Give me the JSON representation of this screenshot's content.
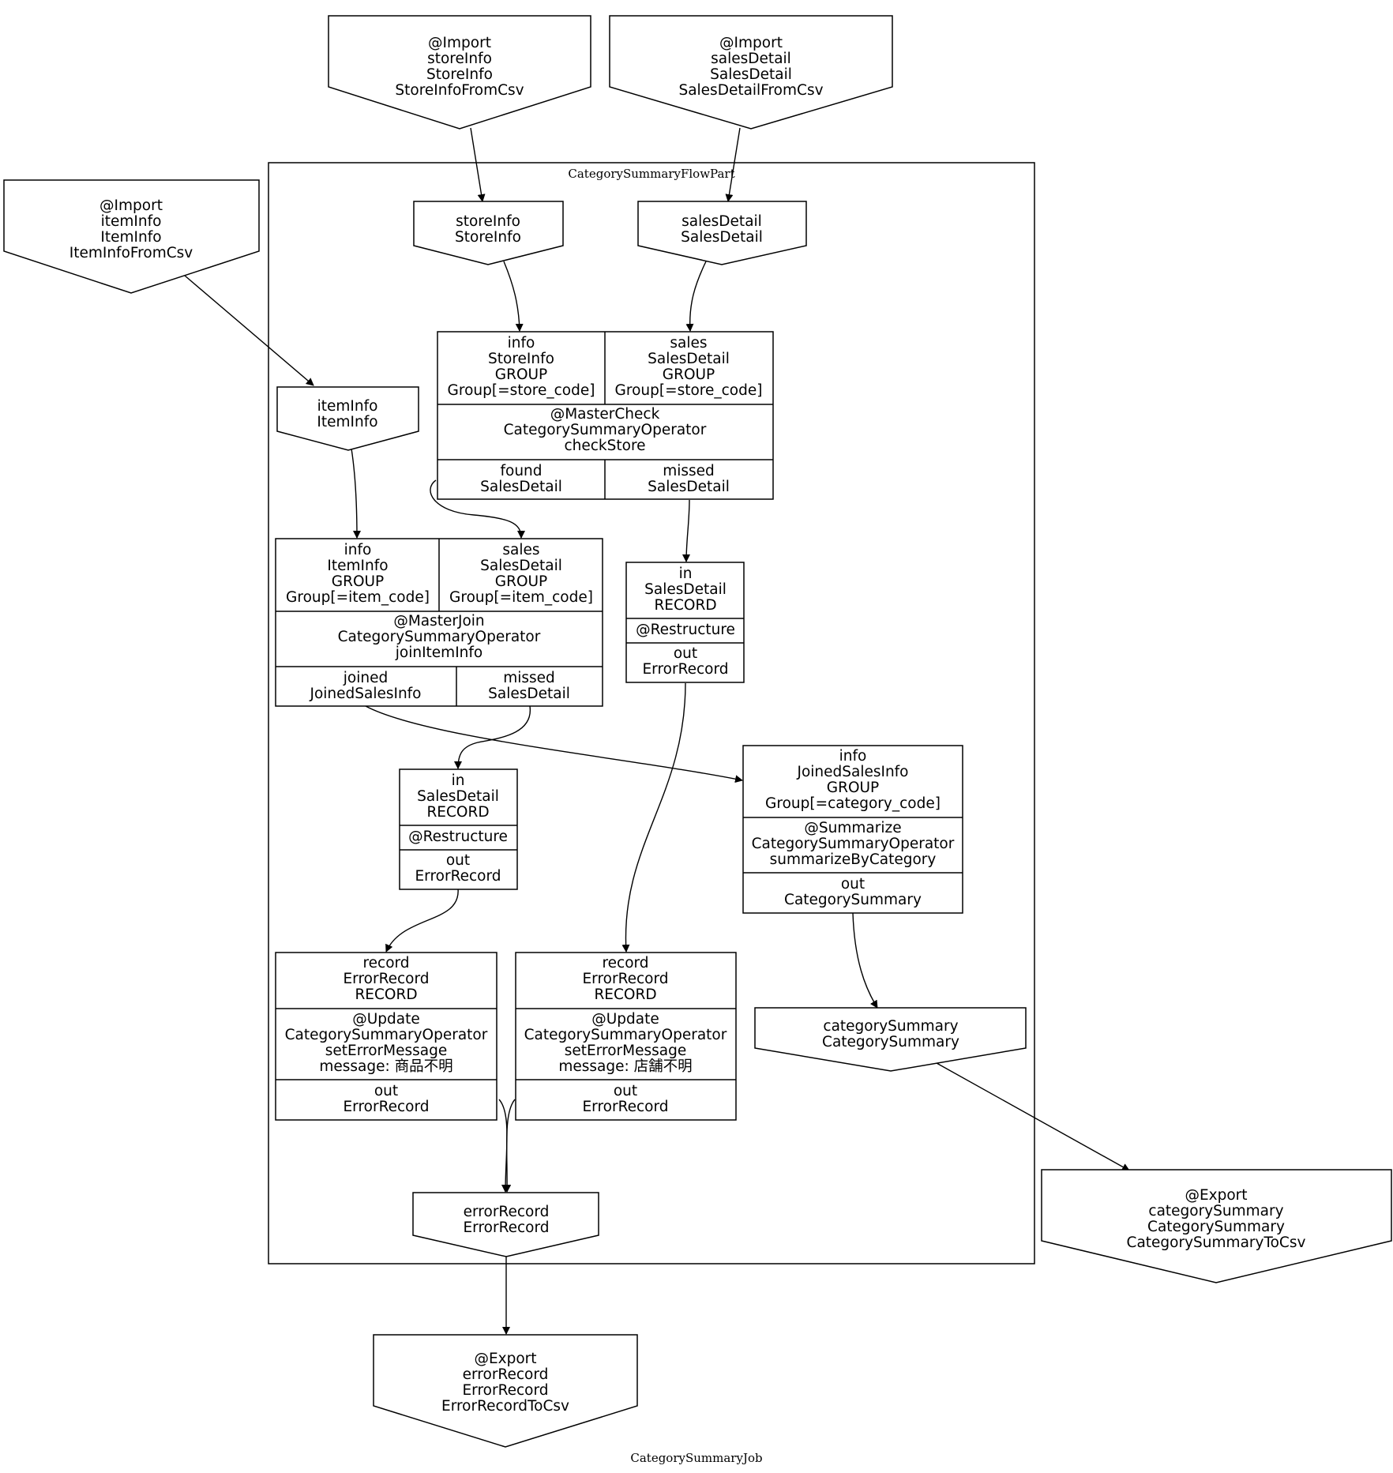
{
  "diagram": {
    "title": "CategorySummaryJob",
    "cluster_label": "CategorySummaryFlowPart",
    "nodes": {
      "import_store": [
        "@Import",
        "storeInfo",
        "StoreInfo",
        "StoreInfoFromCsv"
      ],
      "import_sales": [
        "@Import",
        "salesDetail",
        "SalesDetail",
        "SalesDetailFromCsv"
      ],
      "import_item": [
        "@Import",
        "itemInfo",
        "ItemInfo",
        "ItemInfoFromCsv"
      ],
      "in_store": [
        "storeInfo",
        "StoreInfo"
      ],
      "in_sales": [
        "salesDetail",
        "SalesDetail"
      ],
      "in_item": [
        "itemInfo",
        "ItemInfo"
      ],
      "checkstore": {
        "in_left": [
          "info",
          "StoreInfo",
          "GROUP",
          "Group[=store_code]"
        ],
        "in_right": [
          "sales",
          "SalesDetail",
          "GROUP",
          "Group[=store_code]"
        ],
        "op": [
          "@MasterCheck",
          "CategorySummaryOperator",
          "checkStore"
        ],
        "out_left": [
          "found",
          "SalesDetail"
        ],
        "out_right": [
          "missed",
          "SalesDetail"
        ]
      },
      "joiniteminfo": {
        "in_left": [
          "info",
          "ItemInfo",
          "GROUP",
          "Group[=item_code]"
        ],
        "in_right": [
          "sales",
          "SalesDetail",
          "GROUP",
          "Group[=item_code]"
        ],
        "op": [
          "@MasterJoin",
          "CategorySummaryOperator",
          "joinItemInfo"
        ],
        "out_left": [
          "joined",
          "JoinedSalesInfo"
        ],
        "out_right": [
          "missed",
          "SalesDetail"
        ]
      },
      "restructure1": {
        "in": [
          "in",
          "SalesDetail",
          "RECORD"
        ],
        "op": [
          "@Restructure"
        ],
        "out": [
          "out",
          "ErrorRecord"
        ]
      },
      "restructure2": {
        "in": [
          "in",
          "SalesDetail",
          "RECORD"
        ],
        "op": [
          "@Restructure"
        ],
        "out": [
          "out",
          "ErrorRecord"
        ]
      },
      "summarize": {
        "in": [
          "info",
          "JoinedSalesInfo",
          "GROUP",
          "Group[=category_code]"
        ],
        "op": [
          "@Summarize",
          "CategorySummaryOperator",
          "summarizeByCategory"
        ],
        "out": [
          "out",
          "CategorySummary"
        ]
      },
      "update1": {
        "in": [
          "record",
          "ErrorRecord",
          "RECORD"
        ],
        "op": [
          "@Update",
          "CategorySummaryOperator",
          "setErrorMessage",
          "message: 商品不明"
        ],
        "out": [
          "out",
          "ErrorRecord"
        ]
      },
      "update2": {
        "in": [
          "record",
          "ErrorRecord",
          "RECORD"
        ],
        "op": [
          "@Update",
          "CategorySummaryOperator",
          "setErrorMessage",
          "message: 店舗不明"
        ],
        "out": [
          "out",
          "ErrorRecord"
        ]
      },
      "out_category": [
        "categorySummary",
        "CategorySummary"
      ],
      "out_error": [
        "errorRecord",
        "ErrorRecord"
      ],
      "export_category": [
        "@Export",
        "categorySummary",
        "CategorySummary",
        "CategorySummaryToCsv"
      ],
      "export_error": [
        "@Export",
        "errorRecord",
        "ErrorRecord",
        "ErrorRecordToCsv"
      ]
    }
  }
}
